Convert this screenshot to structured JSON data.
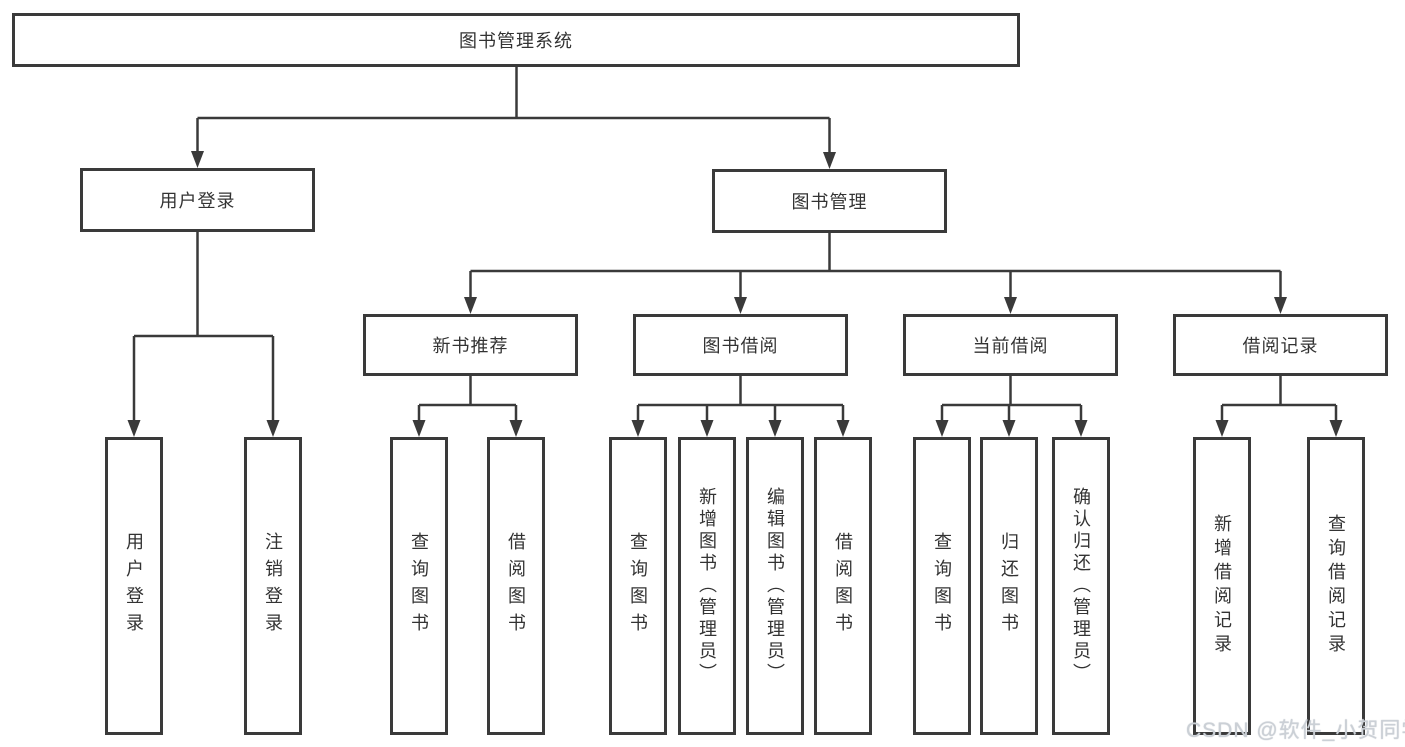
{
  "tree": {
    "root": "图书管理系统",
    "level1": [
      "用户登录",
      "图书管理"
    ],
    "level2": [
      "新书推荐",
      "图书借阅",
      "当前借阅",
      "借阅记录"
    ],
    "leaves": {
      "user_login": [
        "用户登录",
        "注销登录"
      ],
      "new_book_rec": [
        "查询图书",
        "借阅图书"
      ],
      "book_borrow": [
        "查询图书",
        "新增图书（管理员）",
        "编辑图书（管理员）",
        "借阅图书"
      ],
      "current_borrow": [
        "查询图书",
        "归还图书",
        "确认归还（管理员）"
      ],
      "borrow_record": [
        "新增借阅记录",
        "查询借阅记录"
      ]
    }
  },
  "watermark": "CSDN @软件_小贺同学",
  "colors": {
    "line": "#3a3a3a",
    "box_border": "#3a3a3a",
    "text": "#333333",
    "background": "#ffffff",
    "watermark": "#cbd0d6"
  }
}
